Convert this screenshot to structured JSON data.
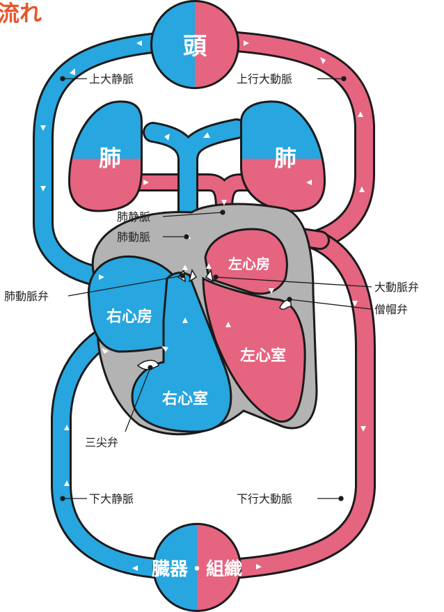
{
  "title": "流れ",
  "organs": {
    "head": "頭",
    "lung_left": "肺",
    "lung_right": "肺",
    "right_atrium": "右心房",
    "right_ventricle": "右心室",
    "left_atrium": "左心房",
    "left_ventricle": "左心室",
    "body_tissue": "臓器・組織"
  },
  "labels": {
    "superior_vena_cava": "上大静脈",
    "ascending_aorta": "上行大動脈",
    "pulmonary_vein": "肺静脈",
    "pulmonary_artery": "肺動脈",
    "pulmonary_valve": "肺動脈弁",
    "aortic_valve": "大動脈弁",
    "mitral_valve": "僧帽弁",
    "tricuspid_valve": "三尖弁",
    "inferior_vena_cava": "下大静脈",
    "descending_aorta": "下行大動脈"
  },
  "colors": {
    "venous": "#27a6df",
    "arterial": "#e56480",
    "heart_wall": "#b3b3b3",
    "outline": "#1a1a1a",
    "title": "#e8552a"
  }
}
